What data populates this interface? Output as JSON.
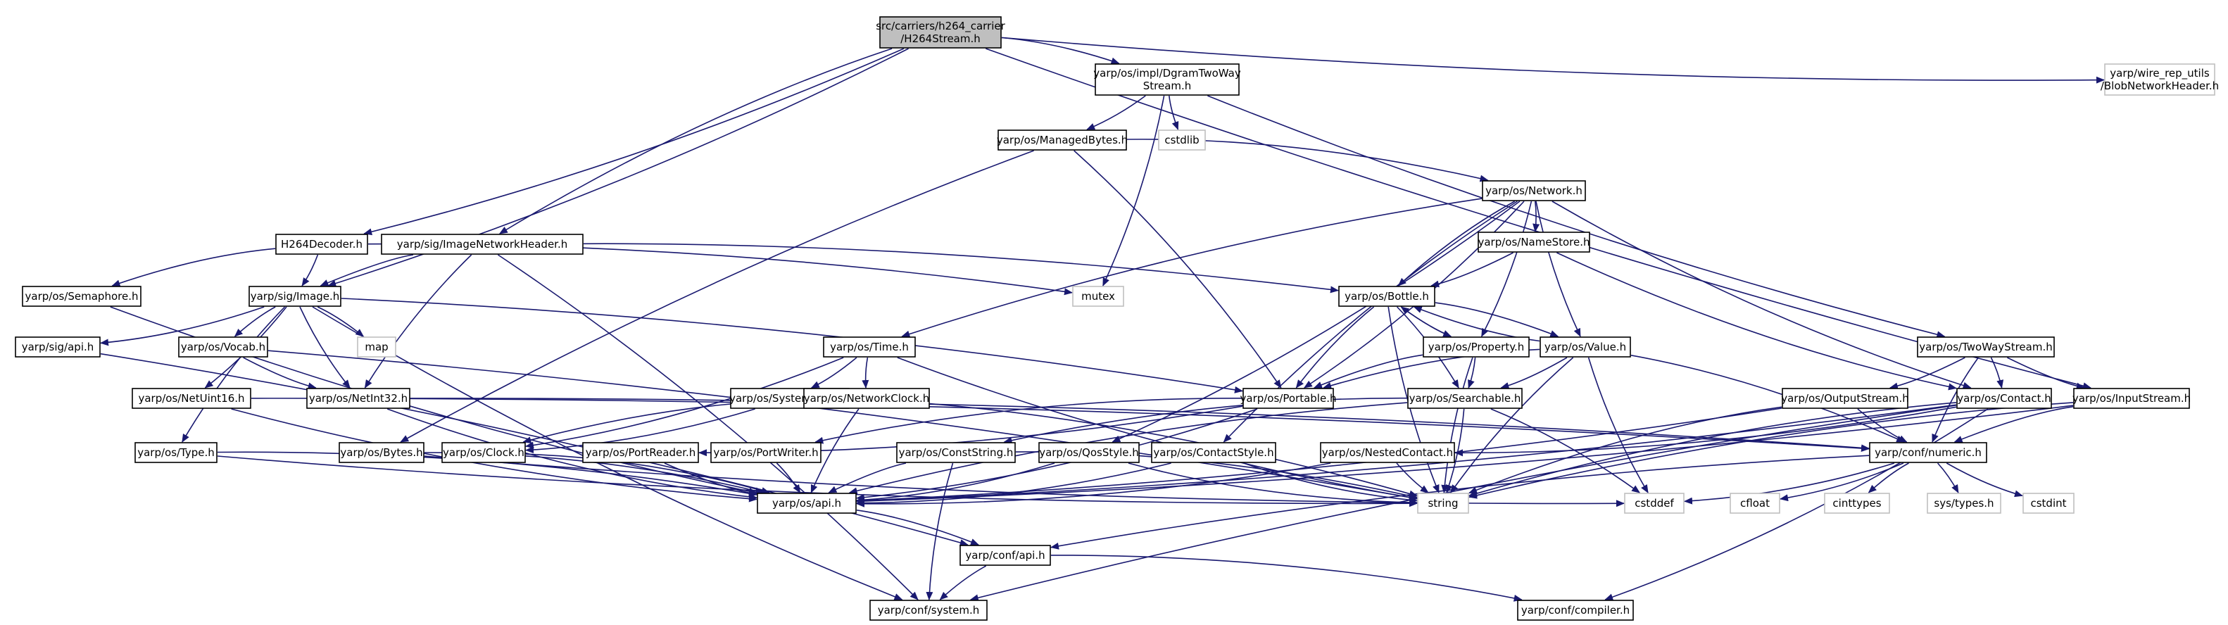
{
  "colors": {
    "edge": "#191970",
    "root_fill": "#bfbfbf",
    "node_border": "#000000",
    "external_border": "#bfbfbf"
  },
  "nodes": [
    {
      "id": "root",
      "lines": [
        "src/carriers/h264_carrier",
        "/H264Stream.h"
      ],
      "kind": "root"
    },
    {
      "id": "dgram",
      "lines": [
        "yarp/os/impl/DgramTwoWay",
        "Stream.h"
      ],
      "kind": "normal"
    },
    {
      "id": "wirerep",
      "lines": [
        "yarp/wire_rep_utils",
        "/BlobNetworkHeader.h"
      ],
      "kind": "external"
    },
    {
      "id": "managed",
      "lines": [
        "yarp/os/ManagedBytes.h"
      ],
      "kind": "normal"
    },
    {
      "id": "cstdlib",
      "lines": [
        "cstdlib"
      ],
      "kind": "external"
    },
    {
      "id": "network",
      "lines": [
        "yarp/os/Network.h"
      ],
      "kind": "normal"
    },
    {
      "id": "namestore",
      "lines": [
        "yarp/os/NameStore.h"
      ],
      "kind": "normal"
    },
    {
      "id": "h264dec",
      "lines": [
        "H264Decoder.h"
      ],
      "kind": "normal"
    },
    {
      "id": "imgnet",
      "lines": [
        "yarp/sig/ImageNetworkHeader.h"
      ],
      "kind": "normal"
    },
    {
      "id": "mutex",
      "lines": [
        "mutex"
      ],
      "kind": "external"
    },
    {
      "id": "semaphore",
      "lines": [
        "yarp/os/Semaphore.h"
      ],
      "kind": "normal"
    },
    {
      "id": "image",
      "lines": [
        "yarp/sig/Image.h"
      ],
      "kind": "normal"
    },
    {
      "id": "bottle",
      "lines": [
        "yarp/os/Bottle.h"
      ],
      "kind": "normal"
    },
    {
      "id": "sigapi",
      "lines": [
        "yarp/sig/api.h"
      ],
      "kind": "normal"
    },
    {
      "id": "vocab",
      "lines": [
        "yarp/os/Vocab.h"
      ],
      "kind": "normal"
    },
    {
      "id": "map",
      "lines": [
        "map"
      ],
      "kind": "external"
    },
    {
      "id": "time",
      "lines": [
        "yarp/os/Time.h"
      ],
      "kind": "normal"
    },
    {
      "id": "property",
      "lines": [
        "yarp/os/Property.h"
      ],
      "kind": "normal"
    },
    {
      "id": "value",
      "lines": [
        "yarp/os/Value.h"
      ],
      "kind": "normal"
    },
    {
      "id": "twoway",
      "lines": [
        "yarp/os/TwoWayStream.h"
      ],
      "kind": "normal"
    },
    {
      "id": "netuint16",
      "lines": [
        "yarp/os/NetUint16.h"
      ],
      "kind": "normal"
    },
    {
      "id": "netint32",
      "lines": [
        "yarp/os/NetInt32.h"
      ],
      "kind": "normal"
    },
    {
      "id": "sysclock",
      "lines": [
        "yarp/os/SystemClock.h"
      ],
      "kind": "normal"
    },
    {
      "id": "netclock",
      "lines": [
        "yarp/os/NetworkClock.h"
      ],
      "kind": "normal"
    },
    {
      "id": "portable",
      "lines": [
        "yarp/os/Portable.h"
      ],
      "kind": "normal"
    },
    {
      "id": "searchable",
      "lines": [
        "yarp/os/Searchable.h"
      ],
      "kind": "normal"
    },
    {
      "id": "outstream",
      "lines": [
        "yarp/os/OutputStream.h"
      ],
      "kind": "normal"
    },
    {
      "id": "contact",
      "lines": [
        "yarp/os/Contact.h"
      ],
      "kind": "normal"
    },
    {
      "id": "instream",
      "lines": [
        "yarp/os/InputStream.h"
      ],
      "kind": "normal"
    },
    {
      "id": "type",
      "lines": [
        "yarp/os/Type.h"
      ],
      "kind": "normal"
    },
    {
      "id": "bytes",
      "lines": [
        "yarp/os/Bytes.h"
      ],
      "kind": "normal"
    },
    {
      "id": "clock",
      "lines": [
        "yarp/os/Clock.h"
      ],
      "kind": "normal"
    },
    {
      "id": "portreader",
      "lines": [
        "yarp/os/PortReader.h"
      ],
      "kind": "normal"
    },
    {
      "id": "portwriter",
      "lines": [
        "yarp/os/PortWriter.h"
      ],
      "kind": "normal"
    },
    {
      "id": "conststring",
      "lines": [
        "yarp/os/ConstString.h"
      ],
      "kind": "normal"
    },
    {
      "id": "qosstyle",
      "lines": [
        "yarp/os/QosStyle.h"
      ],
      "kind": "normal"
    },
    {
      "id": "contactstyle",
      "lines": [
        "yarp/os/ContactStyle.h"
      ],
      "kind": "normal"
    },
    {
      "id": "nestedcontact",
      "lines": [
        "yarp/os/NestedContact.h"
      ],
      "kind": "normal"
    },
    {
      "id": "numeric",
      "lines": [
        "yarp/conf/numeric.h"
      ],
      "kind": "normal"
    },
    {
      "id": "string",
      "lines": [
        "string"
      ],
      "kind": "external"
    },
    {
      "id": "cstddef",
      "lines": [
        "cstddef"
      ],
      "kind": "external"
    },
    {
      "id": "cfloat",
      "lines": [
        "cfloat"
      ],
      "kind": "external"
    },
    {
      "id": "cinttypes",
      "lines": [
        "cinttypes"
      ],
      "kind": "external"
    },
    {
      "id": "systypes",
      "lines": [
        "sys/types.h"
      ],
      "kind": "external"
    },
    {
      "id": "cstdint",
      "lines": [
        "cstdint"
      ],
      "kind": "external"
    },
    {
      "id": "osapi",
      "lines": [
        "yarp/os/api.h"
      ],
      "kind": "normal"
    },
    {
      "id": "confapi",
      "lines": [
        "yarp/conf/api.h"
      ],
      "kind": "normal"
    },
    {
      "id": "system",
      "lines": [
        "yarp/conf/system.h"
      ],
      "kind": "normal"
    },
    {
      "id": "compiler",
      "lines": [
        "yarp/conf/compiler.h"
      ],
      "kind": "normal"
    }
  ],
  "edges": [
    [
      "root",
      "dgram"
    ],
    [
      "root",
      "wirerep"
    ],
    [
      "root",
      "h264dec"
    ],
    [
      "root",
      "imgnet"
    ],
    [
      "root",
      "image"
    ],
    [
      "root",
      "instream"
    ],
    [
      "dgram",
      "managed"
    ],
    [
      "dgram",
      "cstdlib"
    ],
    [
      "dgram",
      "mutex"
    ],
    [
      "dgram",
      "twoway"
    ],
    [
      "managed",
      "network"
    ],
    [
      "managed",
      "bytes"
    ],
    [
      "managed",
      "portable"
    ],
    [
      "network",
      "time"
    ],
    [
      "network",
      "namestore"
    ],
    [
      "network",
      "bottle"
    ],
    [
      "network",
      "property"
    ],
    [
      "network",
      "value"
    ],
    [
      "network",
      "portable"
    ],
    [
      "network",
      "contact"
    ],
    [
      "network",
      "qosstyle"
    ],
    [
      "network",
      "contactstyle"
    ],
    [
      "namestore",
      "bottle"
    ],
    [
      "namestore",
      "contact"
    ],
    [
      "h264dec",
      "image"
    ],
    [
      "h264dec",
      "semaphore"
    ],
    [
      "h264dec",
      "mutex"
    ],
    [
      "imgnet",
      "image"
    ],
    [
      "imgnet",
      "bottle"
    ],
    [
      "imgnet",
      "netint32"
    ],
    [
      "imgnet",
      "system"
    ],
    [
      "semaphore",
      "osapi"
    ],
    [
      "image",
      "sigapi"
    ],
    [
      "image",
      "vocab"
    ],
    [
      "image",
      "map"
    ],
    [
      "image",
      "netint32"
    ],
    [
      "image",
      "netuint16"
    ],
    [
      "image",
      "type"
    ],
    [
      "image",
      "portable"
    ],
    [
      "image",
      "system"
    ],
    [
      "sigapi",
      "confapi"
    ],
    [
      "vocab",
      "netint32"
    ],
    [
      "vocab",
      "string"
    ],
    [
      "bottle",
      "property"
    ],
    [
      "bottle",
      "value"
    ],
    [
      "bottle",
      "portable"
    ],
    [
      "bottle",
      "searchable"
    ],
    [
      "bottle",
      "string"
    ],
    [
      "property",
      "bottle"
    ],
    [
      "property",
      "portable"
    ],
    [
      "property",
      "searchable"
    ],
    [
      "property",
      "string"
    ],
    [
      "value",
      "bottle"
    ],
    [
      "value",
      "portable"
    ],
    [
      "value",
      "searchable"
    ],
    [
      "value",
      "string"
    ],
    [
      "value",
      "numeric"
    ],
    [
      "value",
      "cstddef"
    ],
    [
      "time",
      "sysclock"
    ],
    [
      "time",
      "netclock"
    ],
    [
      "time",
      "clock"
    ],
    [
      "time",
      "string"
    ],
    [
      "twoway",
      "outstream"
    ],
    [
      "twoway",
      "instream"
    ],
    [
      "twoway",
      "contact"
    ],
    [
      "twoway",
      "numeric"
    ],
    [
      "netuint16",
      "numeric"
    ],
    [
      "netuint16",
      "osapi"
    ],
    [
      "netint32",
      "numeric"
    ],
    [
      "netint32",
      "osapi"
    ],
    [
      "sysclock",
      "clock"
    ],
    [
      "netclock",
      "clock"
    ],
    [
      "netclock",
      "string"
    ],
    [
      "netclock",
      "osapi"
    ],
    [
      "portable",
      "portreader"
    ],
    [
      "portable",
      "portwriter"
    ],
    [
      "portable",
      "osapi"
    ],
    [
      "searchable",
      "conststring"
    ],
    [
      "searchable",
      "string"
    ],
    [
      "searchable",
      "osapi"
    ],
    [
      "searchable",
      "cstddef"
    ],
    [
      "outstream",
      "numeric"
    ],
    [
      "outstream",
      "osapi"
    ],
    [
      "outstream",
      "string"
    ],
    [
      "contact",
      "nestedcontact"
    ],
    [
      "contact",
      "string"
    ],
    [
      "contact",
      "osapi"
    ],
    [
      "contact",
      "system"
    ],
    [
      "contact",
      "compiler"
    ],
    [
      "instream",
      "numeric"
    ],
    [
      "instream",
      "osapi"
    ],
    [
      "instream",
      "string"
    ],
    [
      "type",
      "osapi"
    ],
    [
      "type",
      "string"
    ],
    [
      "bytes",
      "osapi"
    ],
    [
      "bytes",
      "cstddef"
    ],
    [
      "clock",
      "osapi"
    ],
    [
      "portreader",
      "osapi"
    ],
    [
      "portwriter",
      "osapi"
    ],
    [
      "conststring",
      "osapi"
    ],
    [
      "conststring",
      "string"
    ],
    [
      "conststring",
      "system"
    ],
    [
      "qosstyle",
      "osapi"
    ],
    [
      "qosstyle",
      "string"
    ],
    [
      "contactstyle",
      "osapi"
    ],
    [
      "contactstyle",
      "string"
    ],
    [
      "nestedcontact",
      "osapi"
    ],
    [
      "nestedcontact",
      "string"
    ],
    [
      "numeric",
      "cfloat"
    ],
    [
      "numeric",
      "cinttypes"
    ],
    [
      "numeric",
      "systypes"
    ],
    [
      "numeric",
      "cstdint"
    ],
    [
      "numeric",
      "cstddef"
    ],
    [
      "numeric",
      "confapi"
    ],
    [
      "osapi",
      "confapi"
    ],
    [
      "confapi",
      "system"
    ],
    [
      "confapi",
      "compiler"
    ]
  ]
}
